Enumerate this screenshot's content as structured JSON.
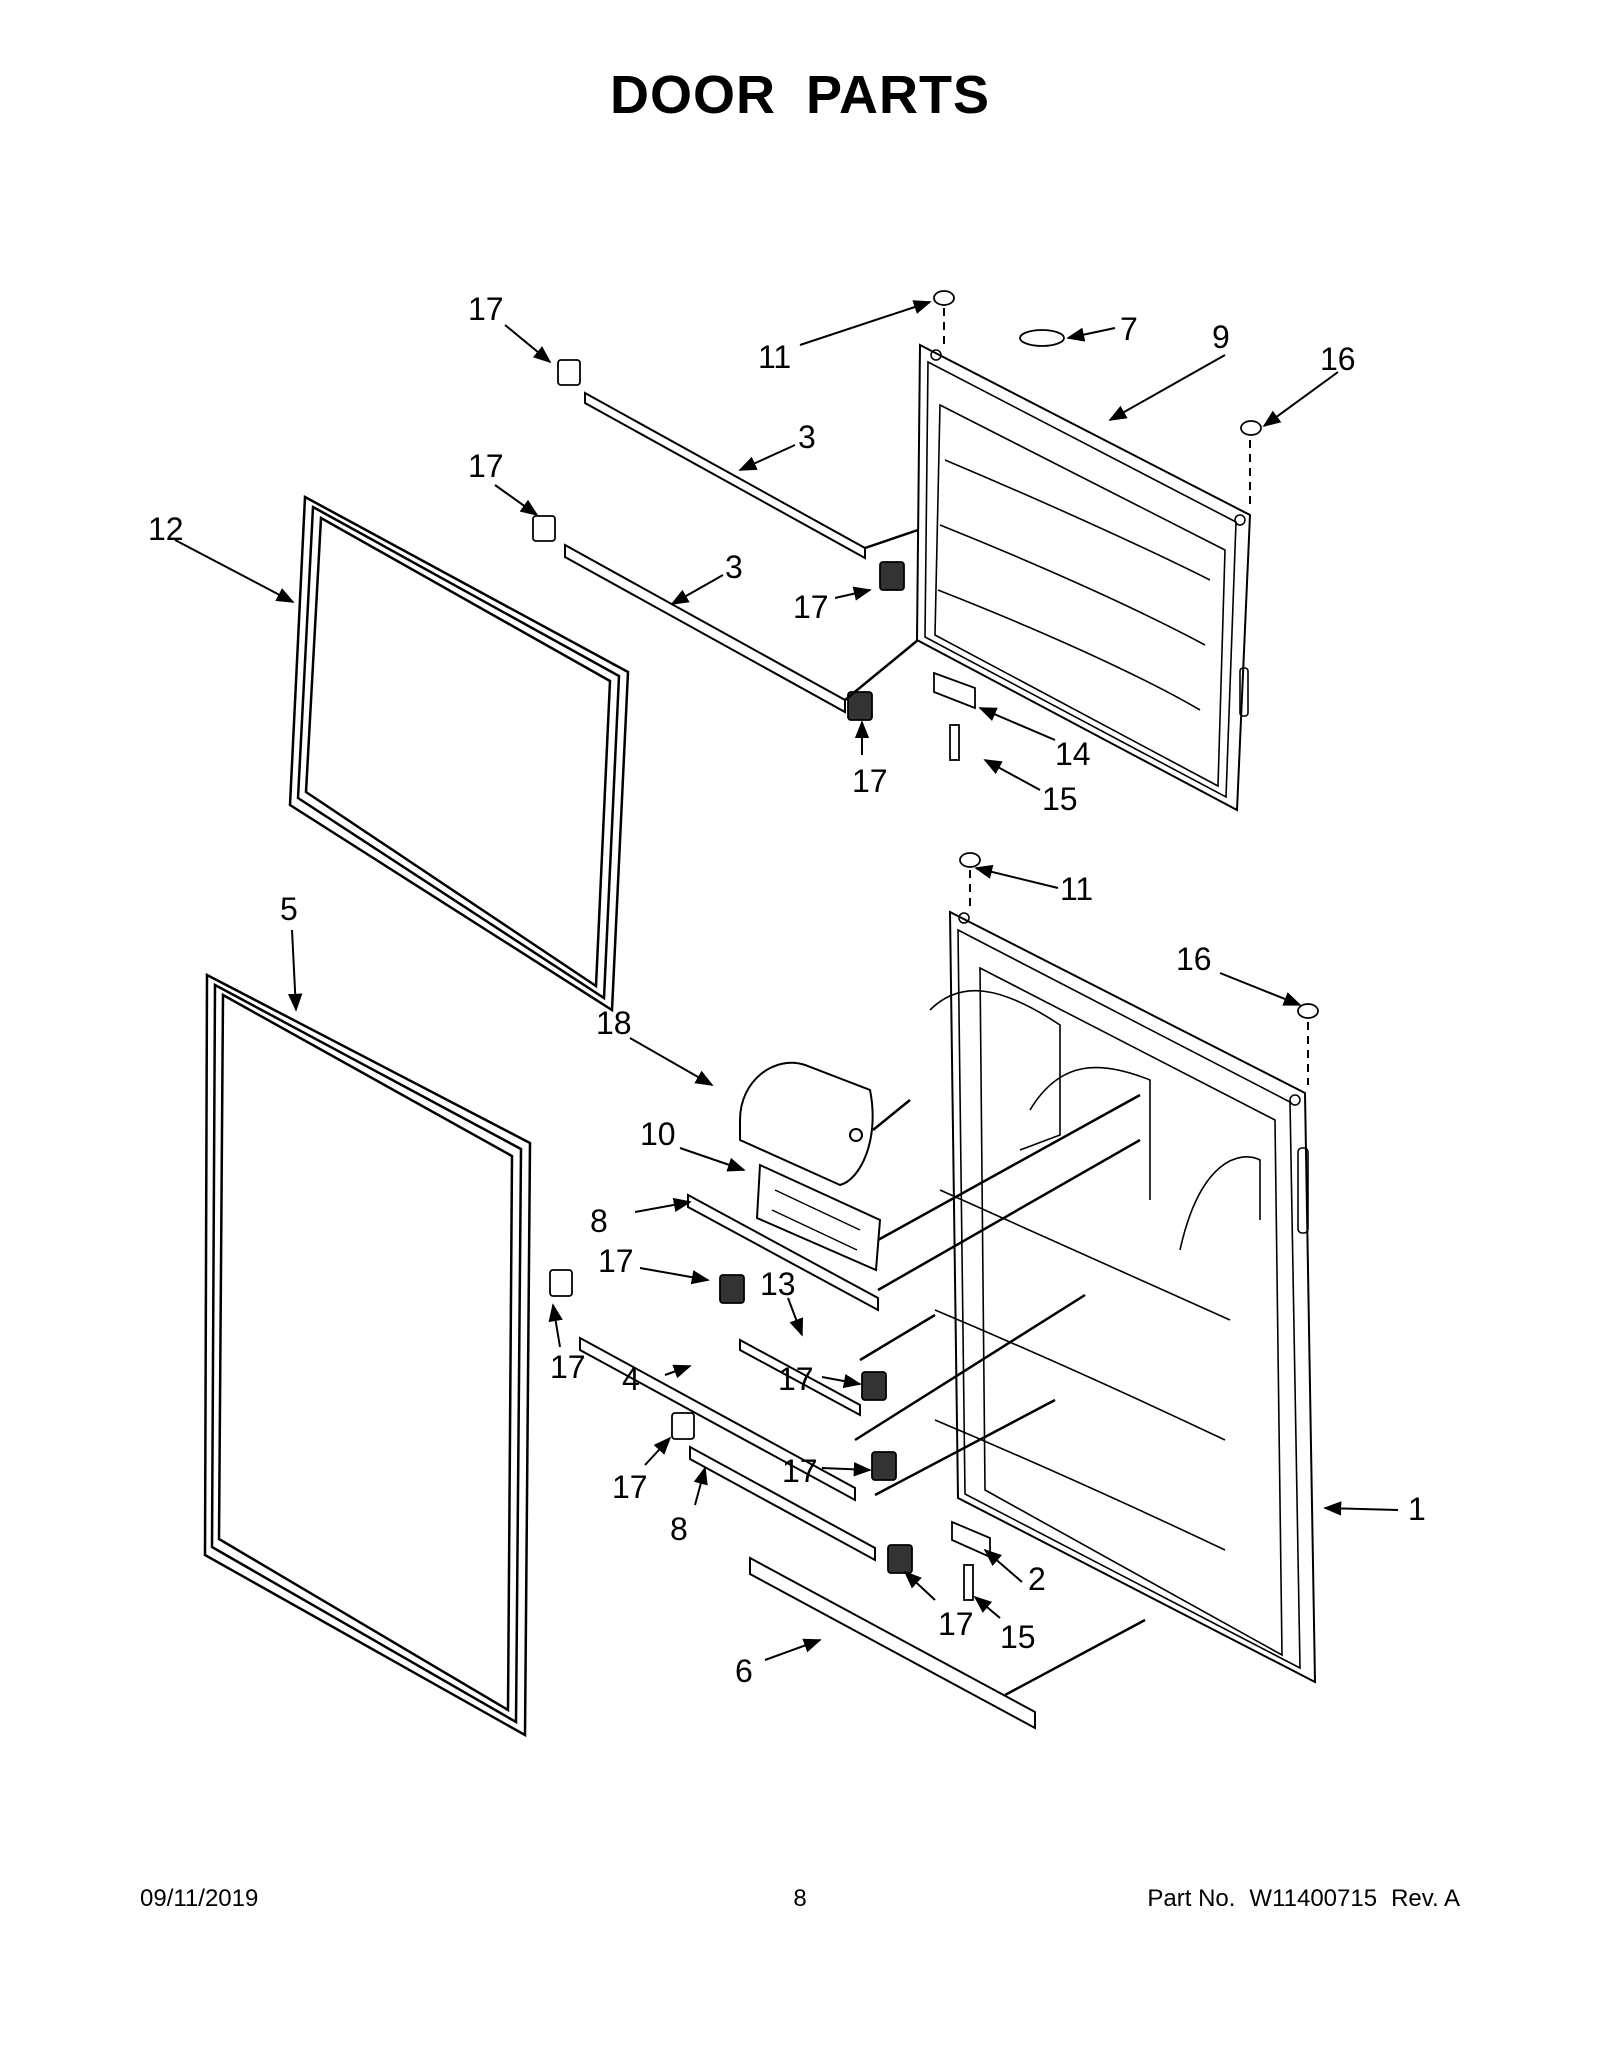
{
  "title": "DOOR PARTS",
  "callouts": {
    "c1": "1",
    "c2": "2",
    "c3a": "3",
    "c3b": "3",
    "c4": "4",
    "c5": "5",
    "c6": "6",
    "c7": "7",
    "c8a": "8",
    "c8b": "8",
    "c9": "9",
    "c10": "10",
    "c11a": "11",
    "c11b": "11",
    "c12": "12",
    "c13": "13",
    "c14": "14",
    "c15a": "15",
    "c15b": "15",
    "c16a": "16",
    "c16b": "16",
    "c17a": "17",
    "c17b": "17",
    "c17c": "17",
    "c17d": "17",
    "c17e": "17",
    "c17f": "17",
    "c17g": "17",
    "c17h": "17",
    "c17i": "17",
    "c17j": "17",
    "c18": "18"
  },
  "footer": {
    "date": "09/11/2019",
    "page": "8",
    "part_label": "Part No.",
    "part_number": "W11400715",
    "revision": "Rev.  A"
  }
}
